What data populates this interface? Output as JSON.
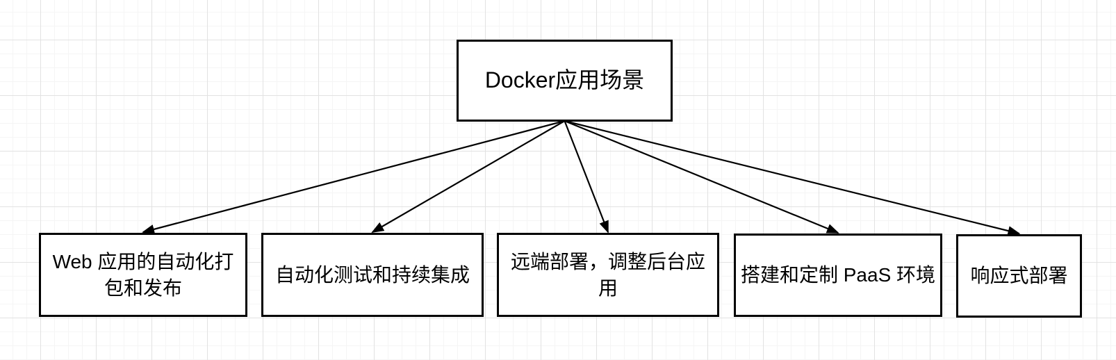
{
  "diagram": {
    "title_node": {
      "id": "root",
      "label": "Docker应用场景"
    },
    "children": [
      {
        "id": "n1",
        "label": "Web 应用的自动化打包和发布"
      },
      {
        "id": "n2",
        "label": "自动化测试和持续集成"
      },
      {
        "id": "n3",
        "label": "远端部署，调整后台应用"
      },
      {
        "id": "n4",
        "label": "搭建和定制 PaaS 环境"
      },
      {
        "id": "n5",
        "label": "响应式部署"
      }
    ],
    "edges": [
      {
        "from": "root",
        "to": "n1"
      },
      {
        "from": "root",
        "to": "n2"
      },
      {
        "from": "root",
        "to": "n3"
      },
      {
        "from": "root",
        "to": "n4"
      },
      {
        "from": "root",
        "to": "n5"
      }
    ],
    "colors": {
      "node_border": "#000000",
      "node_fill": "#ffffff",
      "text": "#000000",
      "arrow": "#000000",
      "canvas_bg": "#ffffff",
      "grid_minor": "#f5f5f5",
      "grid_major": "#e2e2e2"
    }
  }
}
